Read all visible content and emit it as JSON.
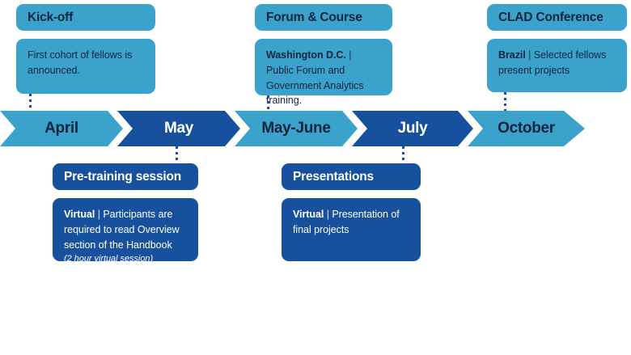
{
  "timeline": {
    "segments": [
      {
        "label": "April",
        "tone": "light"
      },
      {
        "label": "May",
        "tone": "dark"
      },
      {
        "label": "May-June",
        "tone": "light"
      },
      {
        "label": "July",
        "tone": "dark"
      },
      {
        "label": "October",
        "tone": "light"
      }
    ]
  },
  "above_events": [
    {
      "title": "Kick-off",
      "lead": "",
      "separator": "",
      "body": "First cohort of fellows is announced.",
      "note": ""
    },
    {
      "title": "Forum & Course",
      "lead": "Washington D.C.",
      "separator": " | ",
      "body": "Public Forum and Government Analytics training.",
      "note": ""
    },
    {
      "title": "CLAD Conference",
      "lead": "Brazil",
      "separator": " | ",
      "body": "Selected fellows present projects",
      "note": ""
    }
  ],
  "below_events": [
    {
      "title": "Pre-training session",
      "lead": "Virtual",
      "separator": " | ",
      "body": "Participants are required to read Overview section of the Handbook",
      "note": "(2 hour virtual session)"
    },
    {
      "title": "Presentations",
      "lead": "Virtual",
      "separator": " | ",
      "body": "Presentation of final projects",
      "note": ""
    }
  ],
  "colors": {
    "light_blue": "#3BA3CB",
    "dark_navy": "#17509C",
    "text_dark": "#10243F",
    "text_light": "#FFFFFF",
    "background": "#FFFFFF"
  }
}
